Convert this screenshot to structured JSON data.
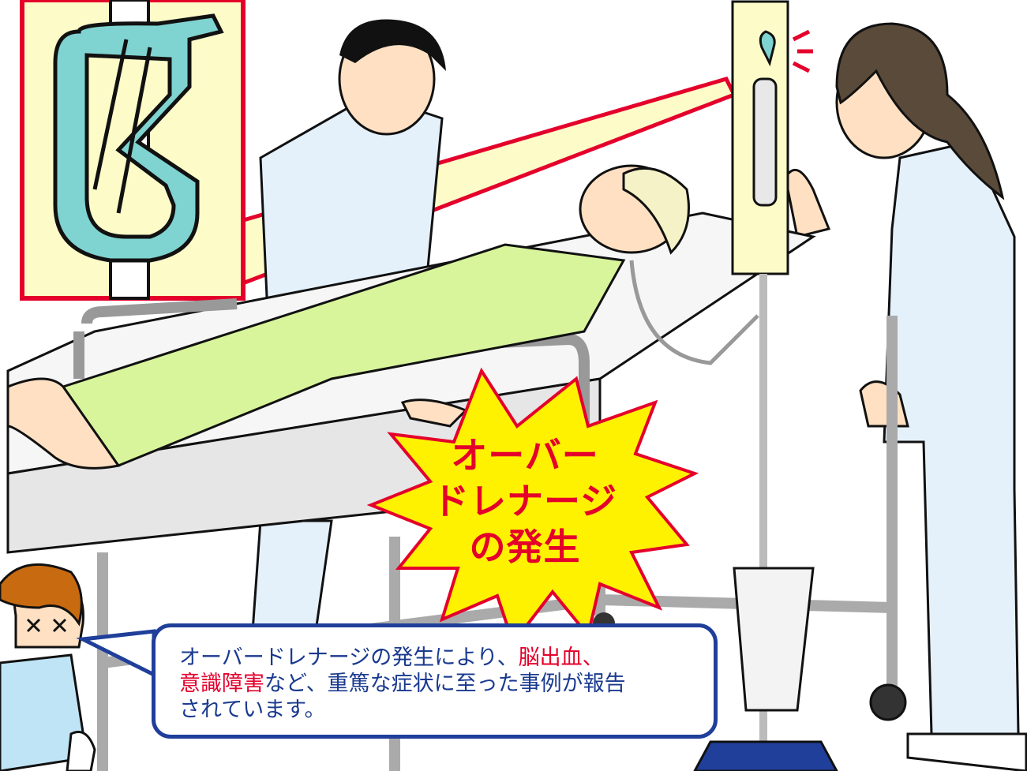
{
  "burst": {
    "line1": "オーバー",
    "line2": "ドレナージ",
    "line3": "の発生"
  },
  "callout": {
    "part1": "オーバードレナージの発生により、",
    "part2": "脳出血、",
    "part3": "意識障害",
    "part4": "など、重篤な症状に至った事例が報告",
    "part5": "されています。"
  },
  "colors": {
    "accent_red": "#e4002b",
    "callout_blue": "#1f3f9a",
    "burst_yellow": "#fff200",
    "scrub_blue": "#e4f1fb",
    "gown_green": "#d8f59c",
    "clamp_teal": "#7fd3d0"
  }
}
